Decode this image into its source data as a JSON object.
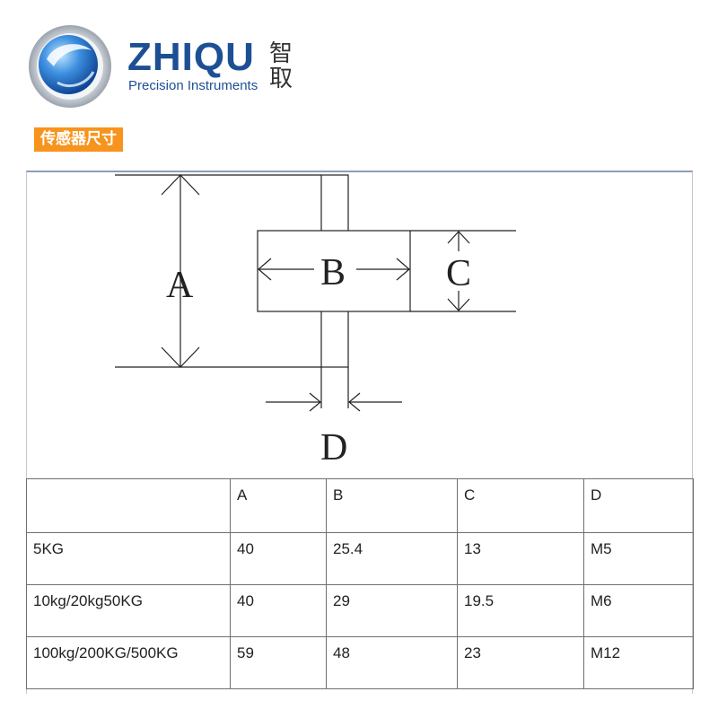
{
  "brand": {
    "name": "ZHIQU",
    "name_cn": "智取",
    "subtitle": "Precision Instruments"
  },
  "section": {
    "title": "传感器尺寸"
  },
  "diagram": {
    "labels": {
      "a": "A",
      "b": "B",
      "c": "C",
      "d": "D"
    }
  },
  "table": {
    "headers": [
      "",
      "A",
      "B",
      "C",
      "D"
    ],
    "rows": [
      [
        "5KG",
        "40",
        "25.4",
        "13",
        "M5"
      ],
      [
        "10kg/20kg50KG",
        "40",
        "29",
        "19.5",
        "M6"
      ],
      [
        "100kg/200KG/500KG",
        "59",
        "48",
        "23",
        "M12"
      ]
    ]
  },
  "colors": {
    "brand_blue": "#1d4f94",
    "tag_orange": "#f7941d"
  }
}
